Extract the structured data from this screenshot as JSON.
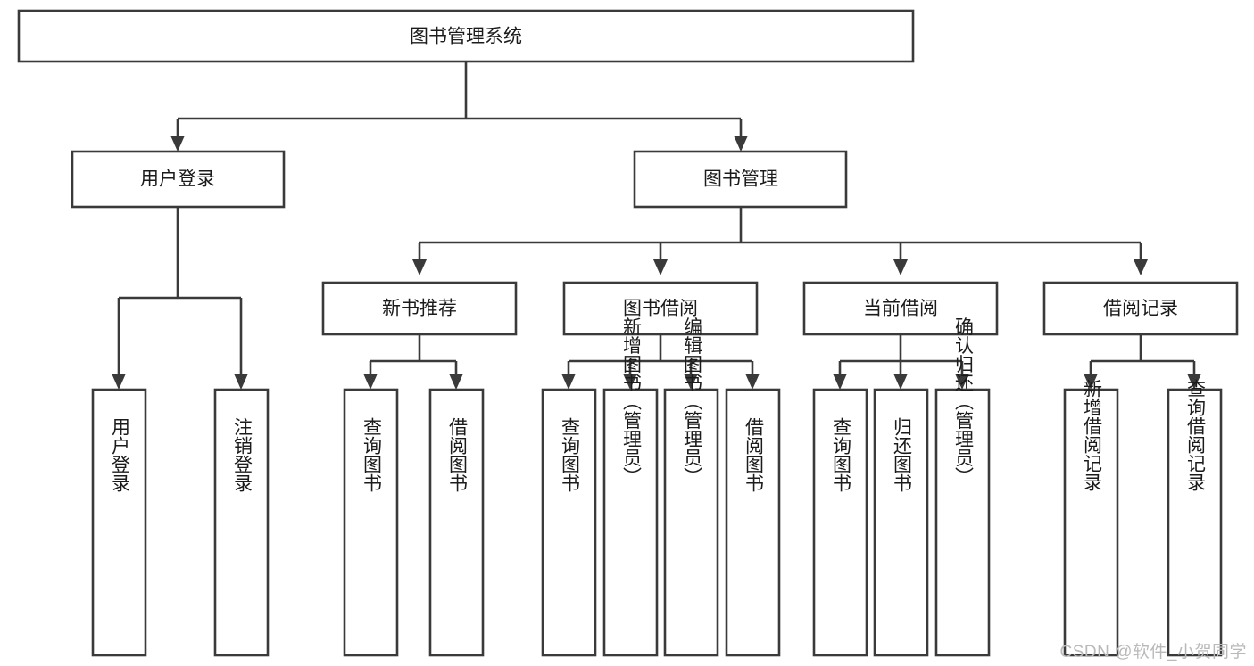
{
  "diagram": {
    "title": "图书管理系统",
    "type": "tree-hierarchy",
    "orientation": "top-down",
    "box_fill": "#ffffff",
    "box_stroke": "#3a3a3a",
    "text_color": "#1b1b1b",
    "background": "#ffffff",
    "root": {
      "label": "图书管理系统"
    },
    "level2": [
      {
        "label": "用户登录"
      },
      {
        "label": "图书管理"
      }
    ],
    "level3": [
      {
        "label": "新书推荐"
      },
      {
        "label": "图书借阅"
      },
      {
        "label": "当前借阅"
      },
      {
        "label": "借阅记录"
      }
    ],
    "leaves": {
      "user_login": [
        {
          "label": "用户登录"
        },
        {
          "label": "注销登录"
        }
      ],
      "new_book_recommend": [
        {
          "label": "查询图书"
        },
        {
          "label": "借阅图书"
        }
      ],
      "book_borrow": [
        {
          "label": "查询图书"
        },
        {
          "label": "新增图书（管理员）"
        },
        {
          "label": "编辑图书（管理员）"
        },
        {
          "label": "借阅图书"
        }
      ],
      "current_borrow": [
        {
          "label": "查询图书"
        },
        {
          "label": "归还图书"
        },
        {
          "label": "确认归还（管理员）"
        }
      ],
      "borrow_record": [
        {
          "label": "新增借阅记录"
        },
        {
          "label": "查询借阅记录"
        }
      ]
    }
  },
  "watermark": {
    "text": "CSDN @软件_小贺同学"
  }
}
